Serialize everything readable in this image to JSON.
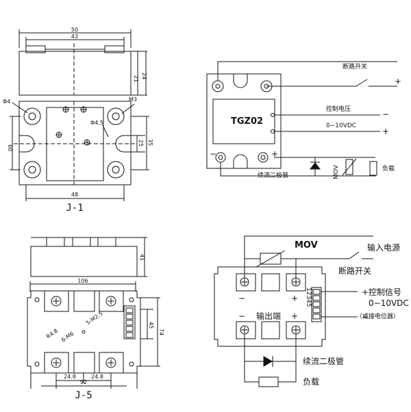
{
  "j1": {
    "caption": "J-1",
    "dim_total_width": "50",
    "dim_top_width": "43",
    "dim_height_small": "21",
    "dim_height_total": "24",
    "dim_hole_dia": "Φ4",
    "dim_screw": "M3",
    "dim_inner_hole": "Φ4.5",
    "dim_side_left": "60",
    "dim_mid_right": "25",
    "dim_right_total": "35",
    "dim_bottom_width": "48"
  },
  "j1_wiring": {
    "module_label": "TGZ02",
    "minus_terminal": "−",
    "plus_terminal": "+",
    "breaker_label": "断路开关",
    "ctrl_voltage_label": "控制电压",
    "range_label": "0−10VDC",
    "ctrl_minus": "−",
    "ctrl_plus": "+",
    "supply_plus": "+",
    "freewheel_diode": "续流二极管",
    "mov_label": "MOV",
    "load_label": "负载"
  },
  "j5": {
    "caption": "J-5",
    "dim_height": "41",
    "dim_total_width": "106",
    "dim_inner": "45",
    "dim_outer": "74",
    "dim_bottom_width": "92",
    "dim_pitch_left": "24.8",
    "dim_pitch_right": "24.8",
    "dim_r": "R4.8",
    "dim_m6": "6-M6",
    "dim_m25": "5-M2.5"
  },
  "j5_wiring": {
    "mov_label": "MOV",
    "input_supply": "输入电源",
    "breaker_label": "断路开关",
    "ctrl_signal": "控制信号",
    "range_label": "0−10VDC",
    "pot_note": "（或接电位器）",
    "pin_numbers": "12345",
    "output_label": "输出端",
    "minus_left": "−",
    "plus_left": "+",
    "minus_bottom": "−",
    "plus_bottom": "+",
    "ctrl_plus": "+",
    "ctrl_minus": "−",
    "freewheel_diode": "续流二极管",
    "load_label": "负载"
  }
}
